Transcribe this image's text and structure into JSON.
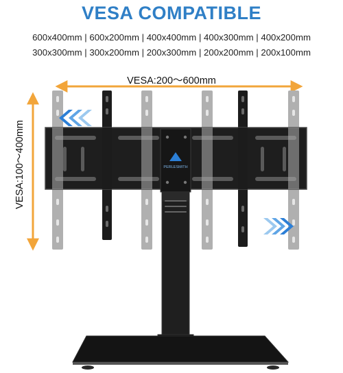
{
  "heading": "VESA COMPATIBLE",
  "size_rows": [
    "600x400mm | 600x200mm | 400x400mm | 400x300mm | 400x200mm",
    "300x300mm | 300x200mm | 200x300mm | 200x200mm | 200x100mm"
  ],
  "horizontal_range_label": "VESA:200～600mm",
  "vertical_range_label": "VESA:100～400mm",
  "brand_logo_text": "PERLESMITH",
  "colors": {
    "heading": "#2f7fc6",
    "arrow": "#f2a53a",
    "chevron_blue": "#2c7fd6",
    "chevron_light": "#9cc9ef",
    "steel_dark": "#1a1a1a",
    "steel_faded": "#a7a7a7"
  },
  "icons": [
    "double-chevron-left-icon",
    "double-chevron-right-icon",
    "brand-logo-icon"
  ]
}
